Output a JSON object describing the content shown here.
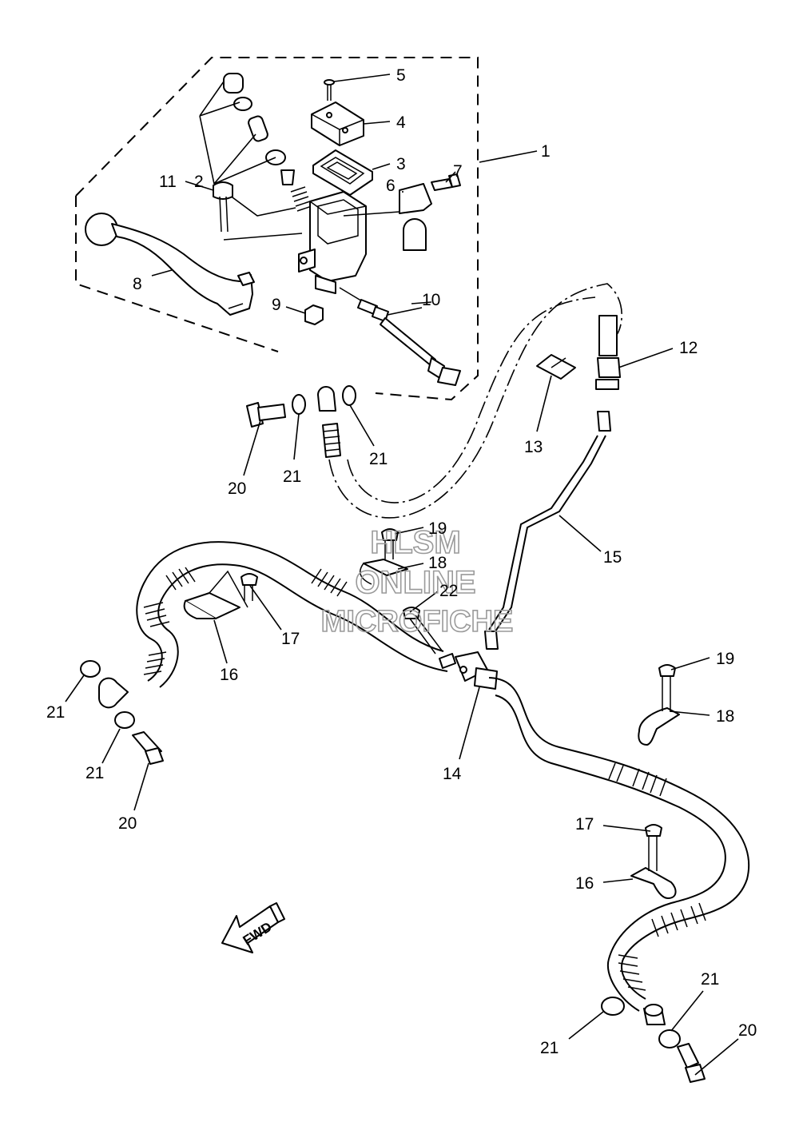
{
  "watermark": {
    "line1": "HLSM",
    "line2": "ONLINE",
    "line3": "MICROFICHE"
  },
  "direction_label": "FWD",
  "callouts": [
    {
      "id": "c1",
      "text": "1"
    },
    {
      "id": "c2",
      "text": "2"
    },
    {
      "id": "c3",
      "text": "3"
    },
    {
      "id": "c4",
      "text": "4"
    },
    {
      "id": "c5",
      "text": "5"
    },
    {
      "id": "c6",
      "text": "6"
    },
    {
      "id": "c7",
      "text": "7"
    },
    {
      "id": "c8",
      "text": "8"
    },
    {
      "id": "c9",
      "text": "9"
    },
    {
      "id": "c10",
      "text": "10"
    },
    {
      "id": "c11",
      "text": "11"
    },
    {
      "id": "c12",
      "text": "12"
    },
    {
      "id": "c13",
      "text": "13"
    },
    {
      "id": "c14",
      "text": "14"
    },
    {
      "id": "c15",
      "text": "15"
    },
    {
      "id": "c16a",
      "text": "16"
    },
    {
      "id": "c16b",
      "text": "16"
    },
    {
      "id": "c17a",
      "text": "17"
    },
    {
      "id": "c17b",
      "text": "17"
    },
    {
      "id": "c18a",
      "text": "18"
    },
    {
      "id": "c18b",
      "text": "18"
    },
    {
      "id": "c19a",
      "text": "19"
    },
    {
      "id": "c19b",
      "text": "19"
    },
    {
      "id": "c20a",
      "text": "20"
    },
    {
      "id": "c20b",
      "text": "20"
    },
    {
      "id": "c20c",
      "text": "20"
    },
    {
      "id": "c21a",
      "text": "21"
    },
    {
      "id": "c21b",
      "text": "21"
    },
    {
      "id": "c21c",
      "text": "21"
    },
    {
      "id": "c21d",
      "text": "21"
    },
    {
      "id": "c21e",
      "text": "21"
    },
    {
      "id": "c21f",
      "text": "21"
    },
    {
      "id": "c22",
      "text": "22"
    }
  ]
}
